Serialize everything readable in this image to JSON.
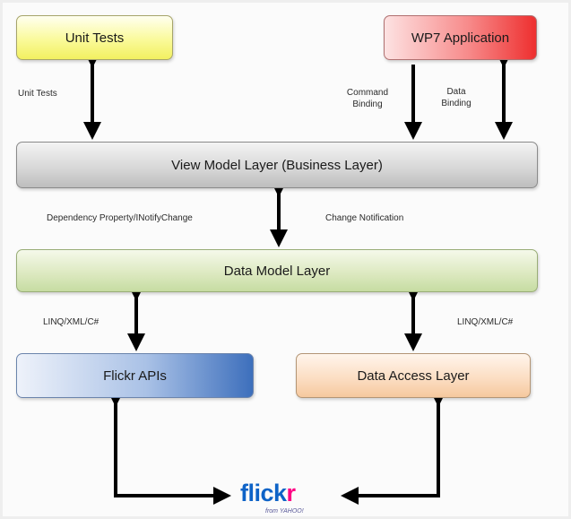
{
  "boxes": {
    "unit_tests": "Unit Tests",
    "wp7_application": "WP7 Application",
    "view_model_layer": "View Model Layer (Business Layer)",
    "data_model_layer": "Data Model Layer",
    "flickr_apis": "Flickr APIs",
    "data_access_layer": "Data Access Layer"
  },
  "labels": {
    "unit_tests": "Unit Tests",
    "command_binding": "Command Binding",
    "data_binding": "Data Binding",
    "dependency_property": "Dependency Property/INotifyChange",
    "change_notification": "Change Notification",
    "linq_left": "LINQ/XML/C#",
    "linq_right": "LINQ/XML/C#"
  },
  "logo": {
    "part1": "flick",
    "part2": "r",
    "byline": "from YAHOO!"
  },
  "colors": {
    "unit_tests": "#f7f57a",
    "wp7_application": "#ee2f2f",
    "view_model_layer": "#c8c8c8",
    "data_model_layer": "#cfe1ad",
    "flickr_apis": "#3d6fbc",
    "data_access_layer": "#f8cfa8",
    "arrow": "#000000"
  }
}
